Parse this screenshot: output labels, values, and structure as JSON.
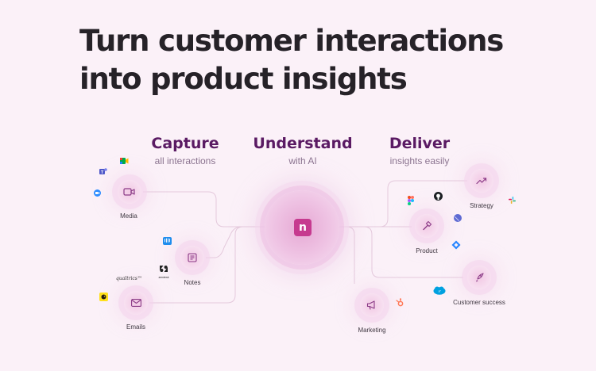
{
  "headline": {
    "line1": "Turn customer interactions",
    "line2": "into product insights"
  },
  "columns": {
    "capture": {
      "title": "Capture",
      "subtitle": "all interactions"
    },
    "understand": {
      "title": "Understand",
      "subtitle": "with AI"
    },
    "deliver": {
      "title": "Deliver",
      "subtitle": "insights easily"
    }
  },
  "center": {
    "logo_letter": "n"
  },
  "sources": {
    "media": "Media",
    "notes": "Notes",
    "emails": "Emails"
  },
  "destinations": {
    "strategy": "Strategy",
    "product": "Product",
    "customer_success": "Customer success",
    "marketing": "Marketing"
  },
  "brands": {
    "qualtrics": "qualtrics™",
    "zendesk": "zendesk"
  },
  "colors": {
    "background": "#fbf1f8",
    "headline": "#262228",
    "column_title": "#5a1a63",
    "accent": "#c63a8f",
    "icon_stroke": "#8a3a86"
  }
}
